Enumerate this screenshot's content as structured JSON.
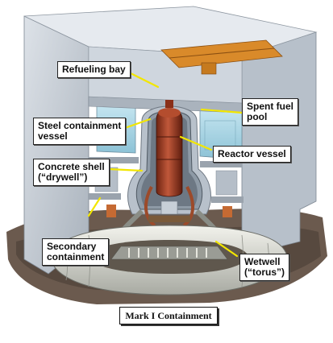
{
  "labels": {
    "refueling_bay": "Refueling bay",
    "spent_fuel_pool_line1": "Spent fuel",
    "spent_fuel_pool_line2": "pool",
    "steel_vessel_line1": "Steel containment",
    "steel_vessel_line2": "vessel",
    "reactor_vessel": "Reactor vessel",
    "concrete_shell_line1": "Concrete shell",
    "concrete_shell_line2": "(“drywell”)",
    "secondary_line1": "Secondary",
    "secondary_line2": "containment",
    "wetwell_line1": "Wetwell",
    "wetwell_line2": "(“torus”)"
  },
  "caption": "Mark I Containment",
  "colors": {
    "concrete": "#c9cfd6",
    "concrete_dark": "#9aa3ad",
    "reactor": "#9b3a22",
    "crane": "#d98a2a",
    "water": "#a9d6e6",
    "torus": "#dedfd8",
    "earth": "#6b5a4e",
    "pointer": "#f2e600"
  }
}
